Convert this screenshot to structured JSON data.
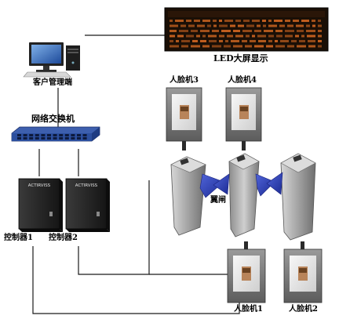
{
  "labels": {
    "led_display": "LED大屏显示",
    "client_pc": "客户管理端",
    "switch": "网络交换机",
    "controller_1": "控制器1",
    "controller_2": "控制器2",
    "face_terminal_1": "人脸机1",
    "face_terminal_2": "人脸机2",
    "face_terminal_3": "人脸机3",
    "face_terminal_4": "人脸机4",
    "gate": "翼闸"
  },
  "controller_brand": "ACTIRVISS",
  "colors": {
    "led_background": "#1a0f06",
    "led_text": "#d86a22",
    "line": "#1a1a1a",
    "switch_body": "#2c4f9e",
    "controller_body": "#2a2a2a",
    "gate_steel": "#a9a9a9",
    "gate_wing": "#2b3db7",
    "terminal_body": "#7c7c7c",
    "terminal_screen": "#e8e8e8"
  },
  "icons": {
    "client_pc": "desktop-computer-icon",
    "switch": "network-switch-icon",
    "controller": "access-controller-icon",
    "face_terminal": "face-recognition-terminal-icon",
    "gate": "flap-barrier-gate-icon",
    "led_display": "led-display-board-icon"
  }
}
